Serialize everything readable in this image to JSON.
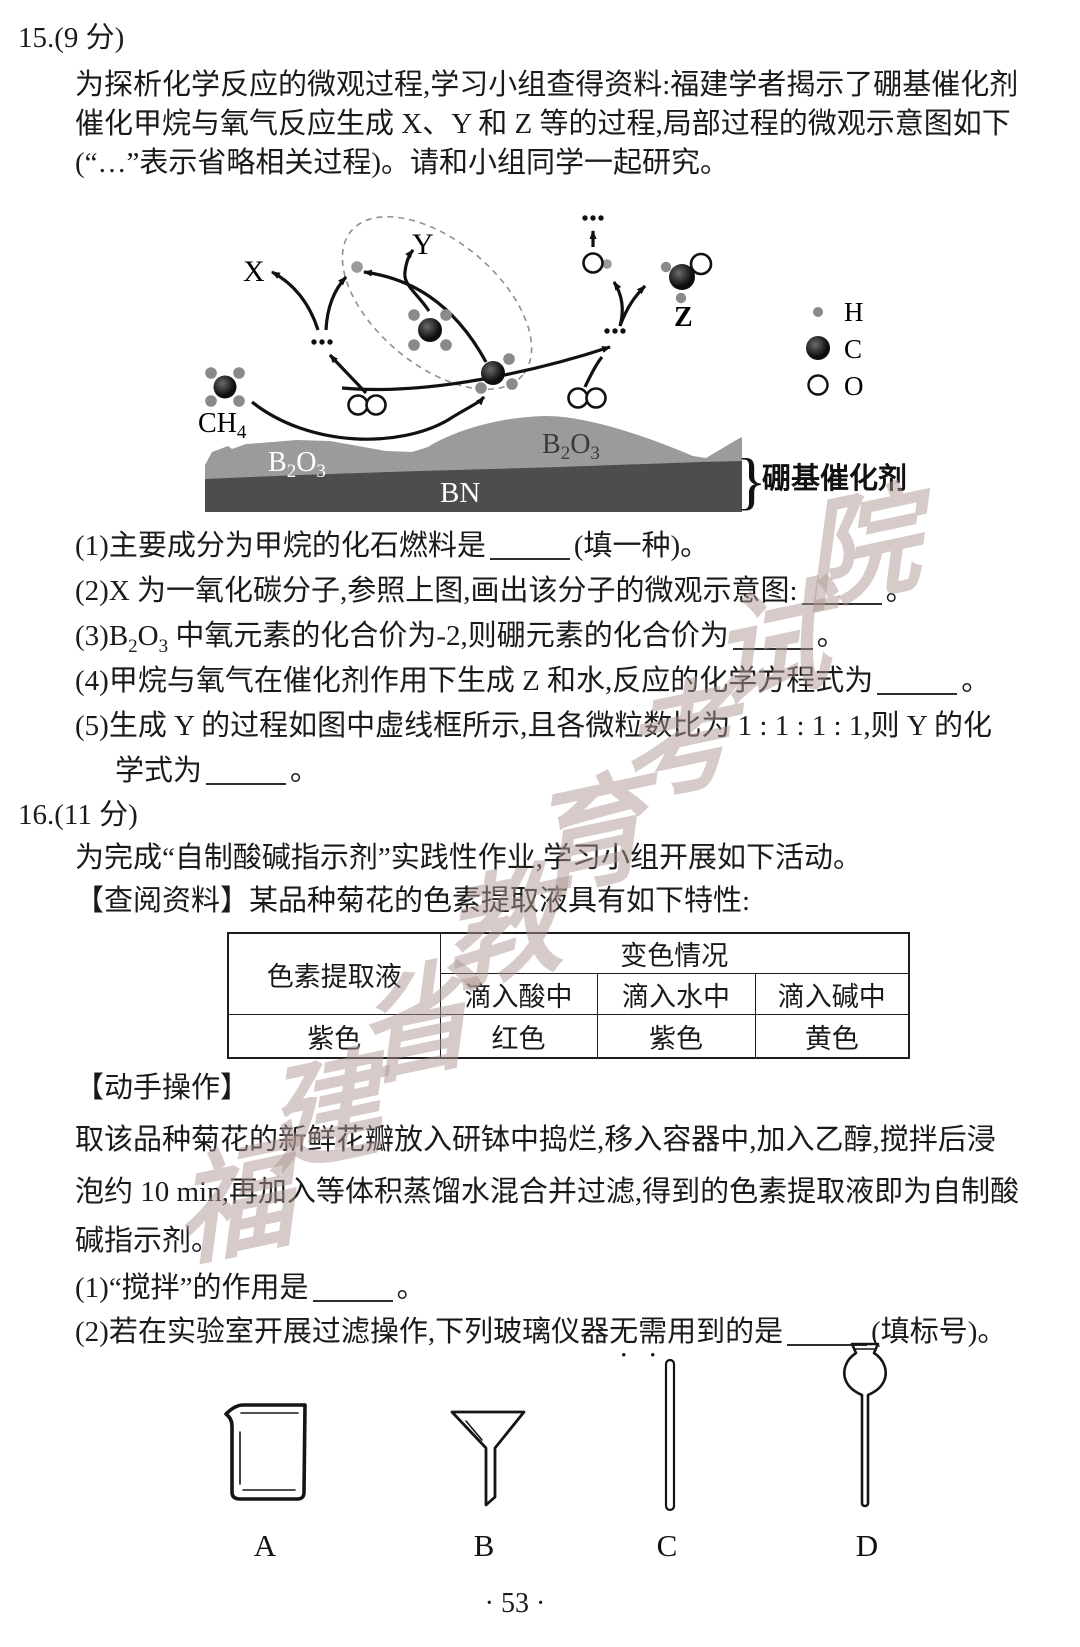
{
  "page": {
    "number": "· 53 ·"
  },
  "watermark": {
    "chars": [
      "福",
      "建",
      "省",
      "教",
      "育",
      "考",
      "试",
      "院"
    ]
  },
  "q15": {
    "number": "15.",
    "score": "(9 分)",
    "intro": [
      "为探析化学反应的微观过程,学习小组查得资料:福建学者揭示了硼基催化剂",
      "催化甲烷与氧气反应生成 X、Y 和 Z 等的过程,局部过程的微观示意图如下",
      "(“…”表示省略相关过程)。请和小组同学一起研究。"
    ],
    "figure": {
      "x_label": "X",
      "y_label": "Y",
      "z_label": "Z",
      "ch4": {
        "base": "CH",
        "sub": "4"
      },
      "b2o3": {
        "b": "B",
        "s2": "2",
        "o": "O",
        "s3": "3"
      },
      "bn": "BN",
      "brace": "}",
      "catalyst": "硼基催化剂",
      "legend": {
        "h": "H",
        "c": "C",
        "o": "O"
      },
      "colors": {
        "carbon": "#111111",
        "hydrogen": "#8a8a8a",
        "oxide_layer": "#9b9b9b",
        "bn_layer": "#4d4d4d"
      }
    },
    "items": [
      {
        "pre": "(1)主要成分为甲烷的化石燃料是",
        "post": "(填一种)。"
      },
      {
        "pre": "(2)X 为一氧化碳分子,参照上图,画出该分子的微观示意图:",
        "post": "。"
      },
      {
        "pre1": "(3)B",
        "sub1": "2",
        "pre2": "O",
        "sub2": "3",
        "pre3": " 中氧元素的化合价为-2,则硼元素的化合价为",
        "post": "。"
      },
      {
        "pre": "(4)甲烷与氧气在催化剂作用下生成 Z 和水,反应的化学方程式为",
        "post": "。"
      },
      {
        "pre": "(5)生成 Y 的过程如图中虚线框所示,且各微粒数比为 1 : 1 : 1 : 1,则 Y 的化",
        "cont": "学式为",
        "post": "。"
      }
    ]
  },
  "q16": {
    "number": "16.",
    "score": "(11 分)",
    "intro": "为完成“自制酸碱指示剂”实践性作业,学习小组开展如下活动。",
    "resource_label": "【查阅资料】某品种菊花的色素提取液具有如下特性:",
    "table": {
      "col1_header": "色素提取液",
      "group_header": "变色情况",
      "sub_headers": [
        "滴入酸中",
        "滴入水中",
        "滴入碱中"
      ],
      "row": [
        "紫色",
        "红色",
        "紫色",
        "黄色"
      ]
    },
    "hands_on_label": "【动手操作】",
    "procedure": [
      "取该品种菊花的新鲜花瓣放入研钵中捣烂,移入容器中,加入乙醇,搅拌后浸",
      "泡约 10 min,再加入等体积蒸馏水混合并过滤,得到的色素提取液即为自制酸",
      "碱指示剂。"
    ],
    "items": [
      {
        "pre": "(1)“搅拌”的作用是",
        "post": "。"
      },
      {
        "pre": "(2)若在实验室开展过滤操作,下列玻璃仪器",
        "emph": "无需",
        "mid": "用到的是",
        "post": "(填标号)。"
      }
    ],
    "apparatus_labels": [
      "A",
      "B",
      "C",
      "D"
    ]
  }
}
